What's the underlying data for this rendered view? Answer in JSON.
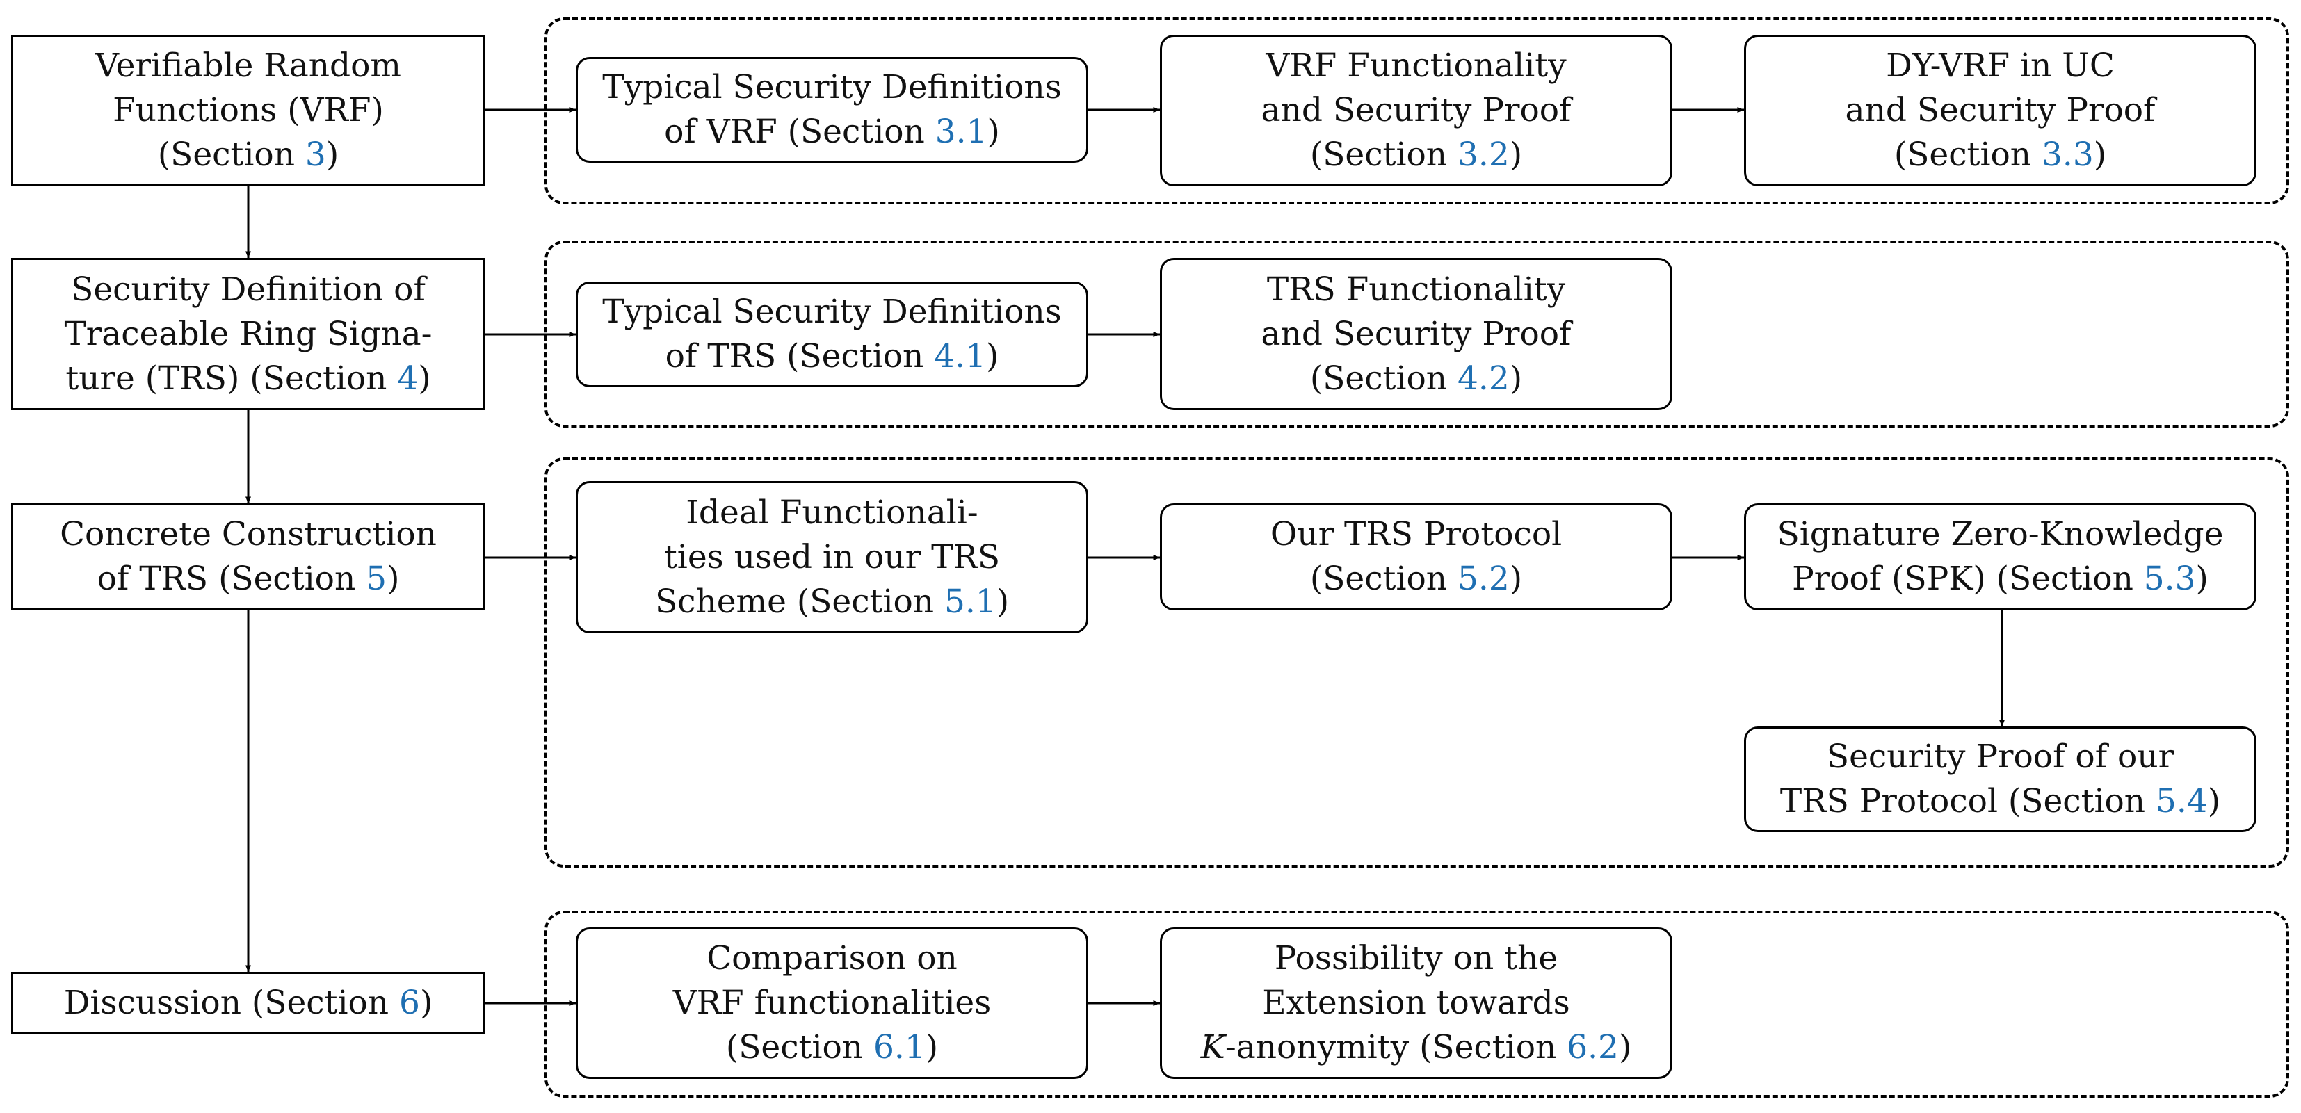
{
  "groups": [
    {
      "name": "vrf-group"
    },
    {
      "name": "trs-definition-group"
    },
    {
      "name": "trs-construction-group"
    },
    {
      "name": "discussion-group"
    }
  ],
  "nodes": {
    "vrf_main": {
      "lines": [
        [
          "Verifiable Random"
        ],
        [
          "Functions (VRF)"
        ],
        [
          "(Section ",
          {
            "ref": "3"
          },
          ")"
        ]
      ]
    },
    "vrf_typical": {
      "lines": [
        [
          "Typical Security Definitions"
        ],
        [
          "of VRF (Section ",
          {
            "ref": "3.1"
          },
          ")"
        ]
      ]
    },
    "vrf_functionality": {
      "lines": [
        [
          "VRF Functionality"
        ],
        [
          "and Security Proof"
        ],
        [
          "(Section ",
          {
            "ref": "3.2"
          },
          ")"
        ]
      ]
    },
    "dyvrf": {
      "lines": [
        [
          "DY-VRF in UC"
        ],
        [
          "and Security Proof"
        ],
        [
          "(Section ",
          {
            "ref": "3.3"
          },
          ")"
        ]
      ]
    },
    "trs_main": {
      "lines": [
        [
          "Security Definition of"
        ],
        [
          "Traceable Ring Signa-"
        ],
        [
          "ture (TRS) (Section ",
          {
            "ref": "4"
          },
          ")"
        ]
      ]
    },
    "trs_typical": {
      "lines": [
        [
          "Typical Security Definitions"
        ],
        [
          "of TRS (Section ",
          {
            "ref": "4.1"
          },
          ")"
        ]
      ]
    },
    "trs_functionality": {
      "lines": [
        [
          "TRS Functionality"
        ],
        [
          "and Security Proof"
        ],
        [
          "(Section ",
          {
            "ref": "4.2"
          },
          ")"
        ]
      ]
    },
    "construction_main": {
      "lines": [
        [
          "Concrete Construction"
        ],
        [
          "of TRS (Section ",
          {
            "ref": "5"
          },
          ")"
        ]
      ]
    },
    "ideal_functionalities": {
      "lines": [
        [
          "Ideal Functionali-"
        ],
        [
          "ties used in our TRS"
        ],
        [
          "Scheme (Section ",
          {
            "ref": "5.1"
          },
          ")"
        ]
      ]
    },
    "our_trs_protocol": {
      "lines": [
        [
          "Our TRS Protocol"
        ],
        [
          "(Section ",
          {
            "ref": "5.2"
          },
          ")"
        ]
      ]
    },
    "spk": {
      "lines": [
        [
          "Signature Zero-Knowledge"
        ],
        [
          "Proof (SPK) (Section ",
          {
            "ref": "5.3"
          },
          ")"
        ]
      ]
    },
    "security_proof": {
      "lines": [
        [
          "Security Proof of our"
        ],
        [
          "TRS Protocol (Section ",
          {
            "ref": "5.4"
          },
          ")"
        ]
      ]
    },
    "discussion_main": {
      "lines": [
        [
          "Discussion (Section ",
          {
            "ref": "6"
          },
          ")"
        ]
      ]
    },
    "comparison": {
      "lines": [
        [
          "Comparison on"
        ],
        [
          "VRF functionalities"
        ],
        [
          "(Section ",
          {
            "ref": "6.1"
          },
          ")"
        ]
      ]
    },
    "possibility": {
      "lines": [
        [
          "Possibility on the"
        ],
        [
          "Extension towards"
        ],
        [
          {
            "italic": "K"
          },
          "-anonymity (Section ",
          {
            "ref": "6.2"
          },
          ")"
        ]
      ]
    }
  },
  "colors": {
    "reference": "#1f6fb2",
    "line": "#000000",
    "text": "#111111"
  }
}
